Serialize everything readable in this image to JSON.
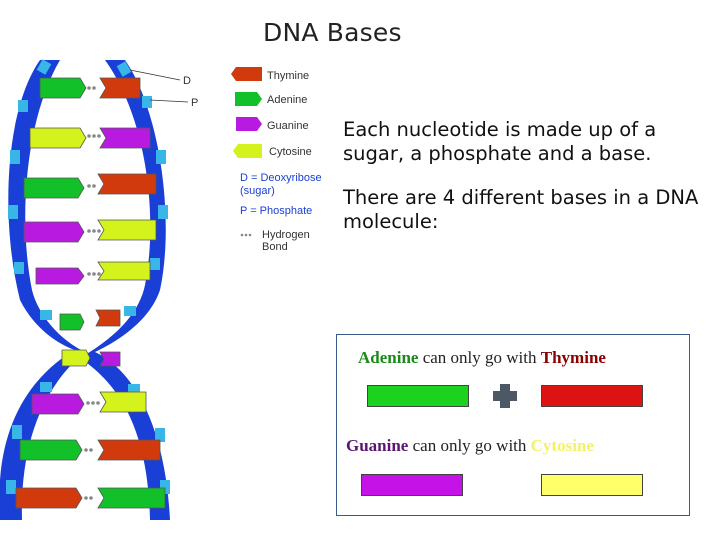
{
  "title": "DNA Bases",
  "figure": {
    "legend": [
      {
        "label": "Thymine",
        "color": "#d13a0c"
      },
      {
        "label": "Adenine",
        "color": "#12c12a"
      },
      {
        "label": "Guanine",
        "color": "#b81ae0"
      },
      {
        "label": "Cytosine",
        "color": "#d4f21c"
      }
    ],
    "key_d_line1": "D = Deoxyribose",
    "key_d_line2": "(sugar)",
    "key_p": "P = Phosphate",
    "key_h_line1": "Hydrogen",
    "key_h_line2": "Bond",
    "label_d": "D",
    "label_p": "P",
    "backbone_color": "#1a3fd6",
    "sugar_color": "#38b6e8"
  },
  "bullets": [
    "Each nucleotide is made up of a sugar, a phosphate and a base.",
    "There are 4 different bases in a DNA molecule:"
  ],
  "pairs": {
    "line1": {
      "base1": "Adenine",
      "middle": "can only go with",
      "base2": "Thymine",
      "base1_color": "#1a8a1a",
      "base2_color": "#8b0000"
    },
    "line2": {
      "base1": "Guanine",
      "middle": "can only go with",
      "base2": "Cytosine",
      "base1_color": "#5a1670",
      "base2_color": "#f2f26a"
    },
    "swatch_colors": {
      "adenine": "#1bd21f",
      "thymine": "#dd1212",
      "guanine": "#c512e6",
      "cytosine": "#ffff6a",
      "plus": "#4d5866"
    }
  }
}
